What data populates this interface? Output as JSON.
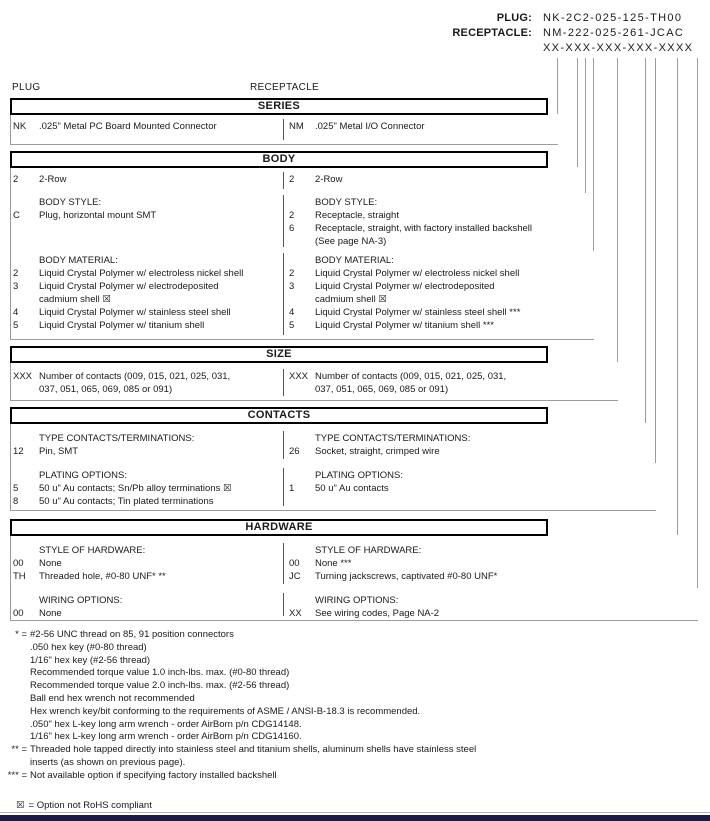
{
  "page": {
    "part_numbers": {
      "rows": [
        {
          "label": "PLUG:",
          "value": "NK-2C2-025-125-TH00"
        },
        {
          "label": "RECEPTACLE:",
          "value": "NM-222-025-261-JCAC"
        },
        {
          "label": "",
          "value": "XX-XXX-XXX-XXX-XXXX"
        }
      ]
    },
    "column_labels": {
      "left": "PLUG",
      "right": "RECEPTACLE"
    },
    "sections": [
      {
        "id": "series",
        "header": "SERIES",
        "leaves": [
          {
            "id": "series-row",
            "left": {
              "header": "",
              "items": [
                {
                  "code": "NK",
                  "text": ".025\" Metal PC Board Mounted Connector"
                }
              ]
            },
            "right": {
              "header": "",
              "items": [
                {
                  "code": "NM",
                  "text": ".025\" Metal I/O Connector"
                }
              ]
            }
          }
        ]
      },
      {
        "id": "body",
        "header": "BODY",
        "leaves": [
          {
            "id": "body-row",
            "left": {
              "header": "",
              "items": [
                {
                  "code": "2",
                  "text": "2-Row"
                }
              ]
            },
            "right": {
              "header": "",
              "items": [
                {
                  "code": "2",
                  "text": "2-Row"
                }
              ]
            }
          },
          {
            "id": "body-style",
            "left": {
              "header": "BODY STYLE:",
              "items": [
                {
                  "code": "C",
                  "text": "Plug, horizontal mount SMT"
                }
              ]
            },
            "right": {
              "header": "BODY STYLE:",
              "items": [
                {
                  "code": "2",
                  "text": "Receptacle, straight"
                },
                {
                  "code": "6",
                  "text": "Receptacle, straight, with factory installed backshell\n(See page NA-3)"
                }
              ]
            }
          },
          {
            "id": "body-material",
            "left": {
              "header": "BODY MATERIAL:",
              "items": [
                {
                  "code": "2",
                  "text": "Liquid Crystal Polymer w/ electroless nickel shell"
                },
                {
                  "code": "3",
                  "text": "Liquid Crystal Polymer w/ electrodeposited\ncadmium shell  ☒"
                },
                {
                  "code": "4",
                  "text": "Liquid Crystal Polymer w/ stainless steel shell"
                },
                {
                  "code": "5",
                  "text": "Liquid Crystal Polymer w/ titanium shell"
                }
              ]
            },
            "right": {
              "header": "BODY MATERIAL:",
              "items": [
                {
                  "code": "2",
                  "text": "Liquid Crystal Polymer w/ electroless nickel shell"
                },
                {
                  "code": "3",
                  "text": "Liquid Crystal Polymer w/ electrodeposited\ncadmium shell  ☒"
                },
                {
                  "code": "4",
                  "text": "Liquid Crystal Polymer w/ stainless steel shell ***"
                },
                {
                  "code": "5",
                  "text": "Liquid Crystal Polymer w/ titanium shell ***"
                }
              ]
            }
          }
        ]
      },
      {
        "id": "size",
        "header": "SIZE",
        "leaves": [
          {
            "id": "size-row",
            "left": {
              "header": "",
              "items": [
                {
                  "code": "XXX",
                  "text": "Number of contacts (009, 015, 021, 025, 031,\n037, 051, 065, 069, 085 or 091)"
                }
              ]
            },
            "right": {
              "header": "",
              "items": [
                {
                  "code": "XXX",
                  "text": "Number of contacts (009, 015, 021, 025, 031,\n037, 051, 065, 069, 085 or 091)"
                }
              ]
            }
          }
        ]
      },
      {
        "id": "contacts",
        "header": "CONTACTS",
        "leaves": [
          {
            "id": "contacts-type",
            "left": {
              "header": "TYPE CONTACTS/TERMINATIONS:",
              "items": [
                {
                  "code": "12",
                  "text": "Pin, SMT"
                }
              ]
            },
            "right": {
              "header": "TYPE CONTACTS/TERMINATIONS:",
              "items": [
                {
                  "code": "26",
                  "text": "Socket, straight, crimped wire"
                }
              ]
            }
          },
          {
            "id": "contacts-plating",
            "left": {
              "header": "PLATING OPTIONS:",
              "items": [
                {
                  "code": "5",
                  "text": "50 u\" Au contacts; Sn/Pb alloy terminations  ☒"
                },
                {
                  "code": "8",
                  "text": "50 u\" Au contacts; Tin plated terminations"
                }
              ]
            },
            "right": {
              "header": "PLATING OPTIONS:",
              "items": [
                {
                  "code": "1",
                  "text": "50 u\" Au contacts"
                }
              ]
            }
          }
        ]
      },
      {
        "id": "hardware",
        "header": "HARDWARE",
        "leaves": [
          {
            "id": "hardware-style",
            "left": {
              "header": "STYLE OF HARDWARE:",
              "items": [
                {
                  "code": "00",
                  "text": "None"
                },
                {
                  "code": "TH",
                  "text": "Threaded hole, #0-80 UNF*  **"
                }
              ]
            },
            "right": {
              "header": "STYLE OF HARDWARE:",
              "items": [
                {
                  "code": "00",
                  "text": "None  ***"
                },
                {
                  "code": "JC",
                  "text": "Turning jackscrews, captivated #0-80 UNF*"
                }
              ]
            }
          },
          {
            "id": "wiring",
            "left": {
              "header": "WIRING OPTIONS:",
              "items": [
                {
                  "code": "00",
                  "text": "None"
                }
              ]
            },
            "right": {
              "header": "WIRING OPTIONS:",
              "items": [
                {
                  "code": "XX",
                  "text": "See wiring codes, Page NA-2"
                }
              ]
            }
          }
        ]
      }
    ],
    "footnotes": [
      {
        "marker": "* =",
        "text": "#2-56 UNC thread on 85, 91 position connectors"
      },
      {
        "marker": "",
        "text": ".050 hex key (#0-80 thread)"
      },
      {
        "marker": "",
        "text": "1/16\" hex key (#2-56 thread)"
      },
      {
        "marker": "",
        "text": "Recommended torque value 1.0 inch-lbs. max. (#0-80 thread)"
      },
      {
        "marker": "",
        "text": "Recommended torque value 2.0 inch-lbs. max. (#2-56 thread)"
      },
      {
        "marker": "",
        "text": "Ball end hex wrench not recommended"
      },
      {
        "marker": "",
        "text": "Hex wrench key/bit conforming to the requirements of ASME / ANSI-B-18.3 is recommended."
      },
      {
        "marker": "",
        "text": ".050\" hex L-key long arm wrench - order AirBorn p/n CDG14148."
      },
      {
        "marker": "",
        "text": "1/16\" hex L-key long arm wrench - order AirBorn p/n CDG14160."
      },
      {
        "marker": "** =",
        "text": "Threaded hole tapped directly into stainless steel and titanium shells, aluminum shells have stainless steel\ninserts (as shown on previous page)."
      },
      {
        "marker": "*** =",
        "text": "Not available option if specifying factory installed backshell"
      }
    ],
    "rohs_note": {
      "icon": "☒",
      "text": "= Option not RoHS compliant"
    },
    "colors": {
      "footer_bar": "#1b1b4a",
      "line_gray": "#9c9c9c",
      "divider_gray": "#555555",
      "border_black": "#000000"
    }
  }
}
